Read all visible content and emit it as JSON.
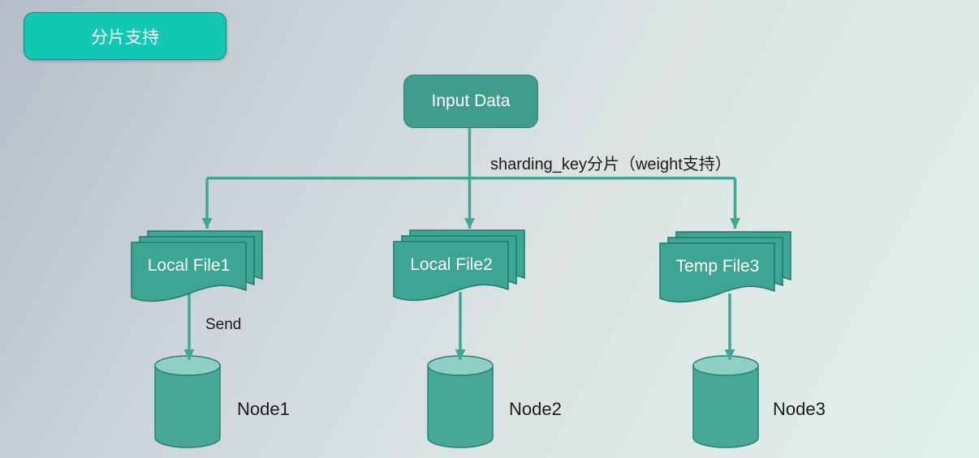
{
  "title_badge": {
    "label": "分片支持",
    "fill": "#10c8b4",
    "border": "#0a8d82",
    "text_color": "#ffffff"
  },
  "input_box": {
    "label": "Input Data",
    "fill": "#3f9d8d",
    "border": "#2e8577",
    "text_color": "#ffffff"
  },
  "annotations": {
    "sharding": "sharding_key分片（weight支持）",
    "send": "Send"
  },
  "files": [
    {
      "label": "Local File1"
    },
    {
      "label": "Local File2"
    },
    {
      "label": "Temp File3"
    }
  ],
  "nodes": [
    {
      "label": "Node1"
    },
    {
      "label": "Node2"
    },
    {
      "label": "Node3"
    }
  ],
  "colors": {
    "connector": "#3fa796",
    "shape_fill": "#3ea493",
    "shape_stroke": "#1f7a6b",
    "cylinder_fill": "#46a897",
    "cylinder_top": "#8ed0c5",
    "cylinder_stroke": "#2a8172",
    "label_text": "#1b1b1b",
    "background_start": "#b4bec9",
    "background_end": "#e1f0ea"
  }
}
